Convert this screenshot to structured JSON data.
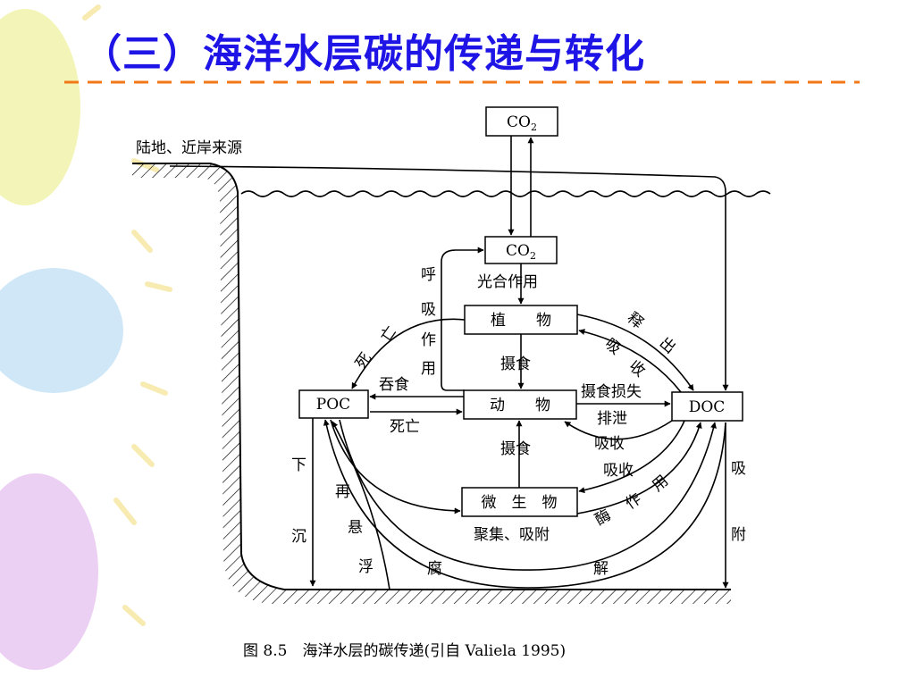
{
  "slide": {
    "title": "（三）海洋水层碳的传递与转化",
    "caption": "图 8.5　海洋水层的碳传递(引自 Valiela 1995)"
  },
  "colors": {
    "title": "#1e14e6",
    "divider": "#f07818",
    "balloon_yellow": "#f3f5b8",
    "balloon_blue": "#cfe7f7",
    "balloon_purple": "#ecd0f3"
  },
  "diagram": {
    "land_source": "陆地、近岸来源",
    "boxes": {
      "co2_air": {
        "main": "CO",
        "sub": "2"
      },
      "co2_water": {
        "main": "CO",
        "sub": "2"
      },
      "plants": "植　　物",
      "animals": "动　　物",
      "microbes": "微　生　物",
      "poc": "POC",
      "doc": "DOC"
    },
    "labels": {
      "photosynthesis": "光合作用",
      "respiration": [
        "呼",
        "吸",
        "作",
        "用"
      ],
      "death_plant": [
        "死",
        "亡"
      ],
      "ingest_poc": "吞食",
      "death_animal": "死亡",
      "feeding_plant": "摄食",
      "feeding_microbe": "摄食",
      "release": [
        "释",
        "出"
      ],
      "absorb_plant": [
        "吸",
        "收"
      ],
      "feeding_loss": "摄食损失",
      "excretion": "排泄",
      "absorb_animal": "吸收",
      "absorb_microbe": "吸收",
      "enzyme": [
        "酶",
        "作",
        "用"
      ],
      "aggregate": "聚集、吸附",
      "sink": [
        "下",
        "沉"
      ],
      "resuspend": [
        "再",
        "悬",
        "浮"
      ],
      "decompose": [
        "腐",
        "解"
      ],
      "adsorb": [
        "吸",
        "附"
      ]
    }
  }
}
